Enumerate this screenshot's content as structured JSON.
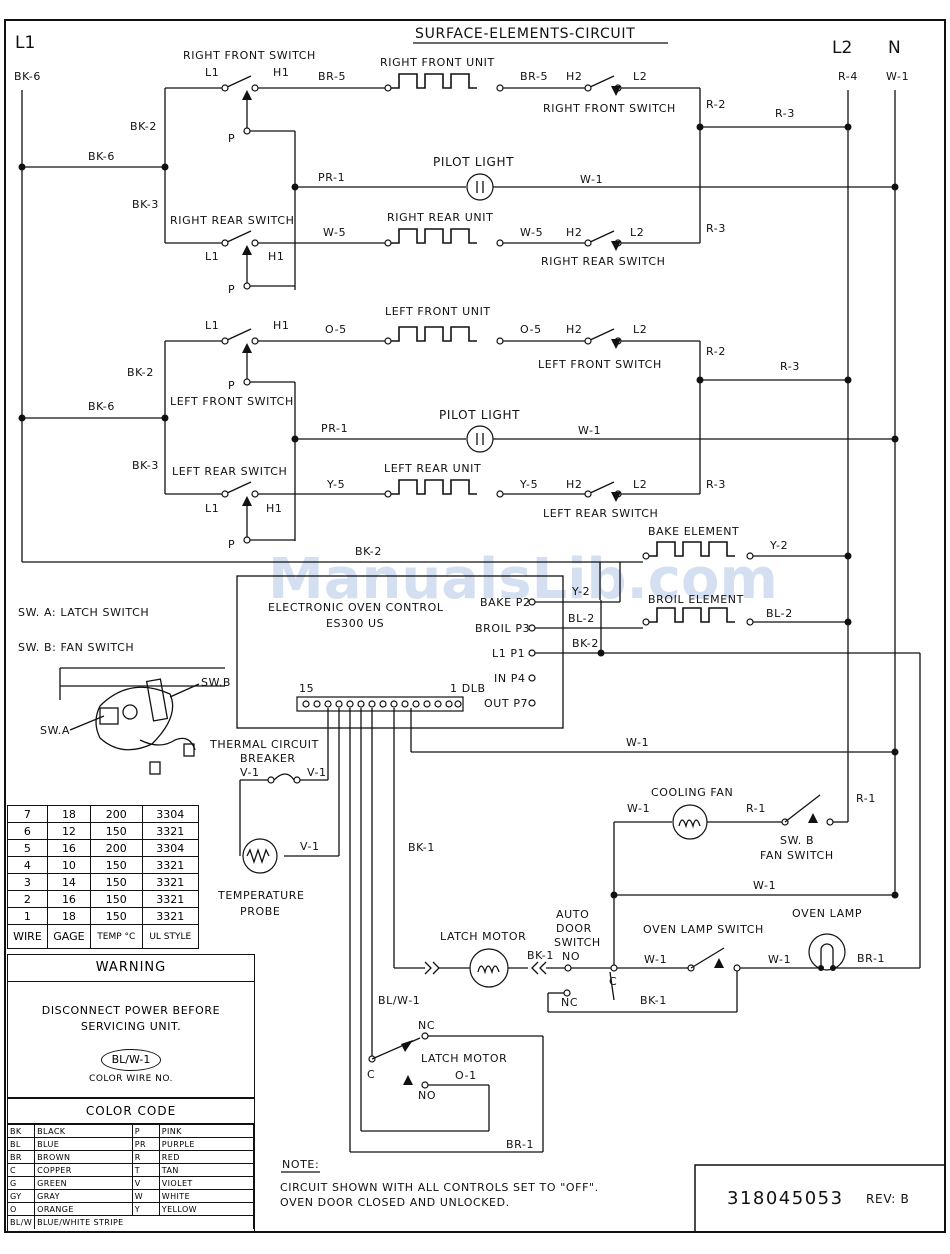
{
  "header": {
    "title": "SURFACE-ELEMENTS-CIRCUIT",
    "l1": "L1",
    "l2": "L2",
    "n": "N",
    "l1_wire": "BK-6",
    "l2_wire": "R-4",
    "n_wire": "W-1"
  },
  "watermark": "ManualsLib.com",
  "upper_surface": {
    "wire_bk6": "BK-6",
    "wire_bk2": "BK-2",
    "wire_bk3": "BK-3",
    "rf_switch_top": "RIGHT FRONT SWITCH",
    "rf_l1": "L1",
    "rf_h1": "H1",
    "rf_p": "P",
    "rf_wire_a": "BR-5",
    "rf_unit": "RIGHT FRONT UNIT",
    "rf_wire_b": "BR-5",
    "rf_h2": "H2",
    "rf_l2": "L2",
    "rf_switch_right": "RIGHT FRONT SWITCH",
    "r2": "R-2",
    "r3": "R-3",
    "pilot": "PILOT LIGHT",
    "pr1": "PR-1",
    "w1": "W-1",
    "rr_switch": "RIGHT REAR SWITCH",
    "rr_l1": "L1",
    "rr_h1": "H1",
    "rr_p": "P",
    "rr_wire_a": "W-5",
    "rr_unit": "RIGHT REAR UNIT",
    "rr_wire_b": "W-5",
    "rr_h2": "H2",
    "rr_l2": "L2",
    "rr_switch_right": "RIGHT REAR SWITCH",
    "r3b": "R-3"
  },
  "lower_surface": {
    "wire_bk6": "BK-6",
    "wire_bk2": "BK-2",
    "wire_bk3": "BK-3",
    "lf_l1": "L1",
    "lf_h1": "H1",
    "lf_p": "P",
    "lf_wire_a": "O-5",
    "lf_unit": "LEFT FRONT UNIT",
    "lf_wire_b": "O-5",
    "lf_h2": "H2",
    "lf_l2": "L2",
    "lf_switch_right": "LEFT FRONT SWITCH",
    "lf_switch_left": "LEFT FRONT SWITCH",
    "r2": "R-2",
    "r3": "R-3",
    "pilot": "PILOT LIGHT",
    "pr1": "PR-1",
    "w1": "W-1",
    "lr_switch": "LEFT REAR SWITCH",
    "lr_l1": "L1",
    "lr_h1": "H1",
    "lr_p": "P",
    "lr_wire_a": "Y-5",
    "lr_unit": "LEFT REAR UNIT",
    "lr_wire_b": "Y-5",
    "lr_h2": "H2",
    "lr_l2": "L2",
    "lr_switch_right": "LEFT REAR SWITCH",
    "r3b": "R-3"
  },
  "oven": {
    "bk2_top": "BK-2",
    "bake_element": "BAKE ELEMENT",
    "y2a": "Y-2",
    "y2b": "Y-2",
    "broil_element": "BROIL ELEMENT",
    "bl2a": "BL-2",
    "bl2b": "BL-2",
    "bk2c": "BK-2",
    "control_title": "ELECTRONIC OVEN CONTROL",
    "control_model": "ES300 US",
    "p_bake": "BAKE P2",
    "p_broil": "BROIL P3",
    "p_l1": "L1 P1",
    "p_in": "IN P4",
    "p_out": "OUT P7",
    "conn_15": "15",
    "conn_1": "1 DLB",
    "w1_a": "W-1",
    "thermal_1": "THERMAL CIRCUIT",
    "thermal_2": "BREAKER",
    "v1_a": "V-1",
    "v1_b": "V-1",
    "v1_c": "V-1",
    "temp_1": "TEMPERATURE",
    "temp_2": "PROBE",
    "bk1": "BK-1",
    "cooling_fan": "COOLING FAN",
    "w1_fan": "W-1",
    "r1_fan": "R-1",
    "r1_right": "R-1",
    "swb": "SW. B",
    "fan_switch": "FAN SWITCH",
    "w1_mid": "W-1",
    "oven_lamp": "OVEN LAMP",
    "oven_lamp_switch": "OVEN LAMP SWITCH",
    "latch_motor": "LATCH MOTOR",
    "auto_1": "AUTO",
    "auto_2": "DOOR",
    "auto_3": "SWITCH",
    "bk1_b": "BK-1",
    "no_a": "NO",
    "c_a": "C",
    "nc_a": "NC",
    "w1_lamp_a": "W-1",
    "w1_lamp_b": "W-1",
    "br1_lamp": "BR-1",
    "bk1_c": "BK-1",
    "blw1": "BL/W-1",
    "nc_b": "NC",
    "c_b": "C",
    "no_b": "NO",
    "latch_motor_2": "LATCH MOTOR",
    "o1": "O-1",
    "br1_bottom": "BR-1"
  },
  "switch_legend": {
    "swa": "SW. A: LATCH SWITCH",
    "swb": "SW. B: FAN SWITCH",
    "swb_label": "SW.B",
    "swa_label": "SW.A"
  },
  "wire_table": {
    "headers": [
      "WIRE",
      "GAGE",
      "TEMP °C",
      "UL STYLE"
    ],
    "rows": [
      [
        "7",
        "18",
        "200",
        "3304"
      ],
      [
        "6",
        "12",
        "150",
        "3321"
      ],
      [
        "5",
        "16",
        "200",
        "3304"
      ],
      [
        "4",
        "10",
        "150",
        "3321"
      ],
      [
        "3",
        "14",
        "150",
        "3321"
      ],
      [
        "2",
        "16",
        "150",
        "3321"
      ],
      [
        "1",
        "18",
        "150",
        "3321"
      ]
    ]
  },
  "warning": {
    "title": "WARNING",
    "line1": "DISCONNECT POWER BEFORE",
    "line2": "SERVICING UNIT.",
    "sample": "BL/W-1",
    "sample_caption": "COLOR WIRE NO."
  },
  "color_code": {
    "title": "COLOR CODE",
    "rows": [
      [
        "BK",
        "BLACK",
        "P",
        "PINK"
      ],
      [
        "BL",
        "BLUE",
        "PR",
        "PURPLE"
      ],
      [
        "BR",
        "BROWN",
        "R",
        "RED"
      ],
      [
        "C",
        "COPPER",
        "T",
        "TAN"
      ],
      [
        "G",
        "GREEN",
        "V",
        "VIOLET"
      ],
      [
        "GY",
        "GRAY",
        "W",
        "WHITE"
      ],
      [
        "O",
        "ORANGE",
        "Y",
        "YELLOW"
      ],
      [
        "BL/W",
        "BLUE/WHITE STRIPE",
        "",
        ""
      ]
    ]
  },
  "note": {
    "title": "NOTE:",
    "line1": "CIRCUIT SHOWN WITH ALL CONTROLS SET TO \"OFF\".",
    "line2": "OVEN DOOR CLOSED AND UNLOCKED."
  },
  "part": {
    "number": "318045053",
    "rev": "REV: B"
  }
}
